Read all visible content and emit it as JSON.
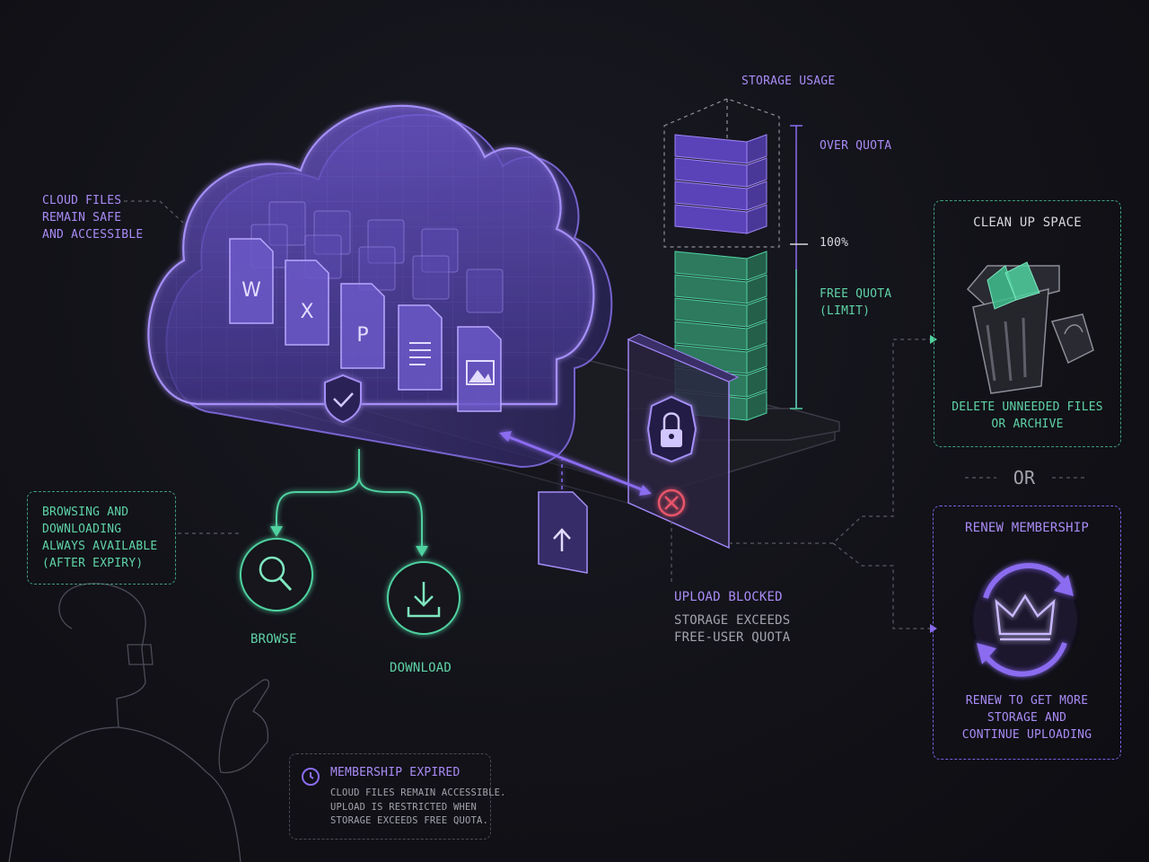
{
  "labels": {
    "cloud_files": "CLOUD FILES\nREMAIN SAFE\nAND ACCESSIBLE",
    "browsing": "BROWSING AND\nDOWNLOADING\nALWAYS AVAILABLE\n(AFTER EXPIRY)",
    "browse": "BROWSE",
    "download": "DOWNLOAD",
    "upload_blocked_title": "UPLOAD BLOCKED",
    "upload_blocked_desc": "STORAGE EXCEEDS\nFREE-USER QUOTA",
    "membership_title": "MEMBERSHIP EXPIRED",
    "membership_desc": "CLOUD FILES REMAIN ACCESSIBLE.\nUPLOAD IS RESTRICTED WHEN\nSTORAGE EXCEEDS FREE QUOTA."
  },
  "file_icons": [
    "W",
    "X",
    "P",
    "doc-lines",
    "image"
  ],
  "storage": {
    "title": "STORAGE USAGE",
    "over_quota": "OVER QUOTA",
    "hundred": "100%",
    "free_quota": "FREE QUOTA\n(LIMIT)",
    "over_blocks": 4,
    "free_blocks": 7
  },
  "options": {
    "cleanup_title": "CLEAN UP SPACE",
    "cleanup_desc": "DELETE UNNEEDED FILES\nOR ARCHIVE",
    "or": "OR",
    "renew_title": "RENEW MEMBERSHIP",
    "renew_desc": "RENEW TO GET MORE\nSTORAGE AND\nCONTINUE UPLOADING"
  },
  "colors": {
    "purple": "#8b6cf0",
    "green": "#4fd1a0",
    "red": "#e8546a",
    "grey": "#a3a3ad"
  }
}
